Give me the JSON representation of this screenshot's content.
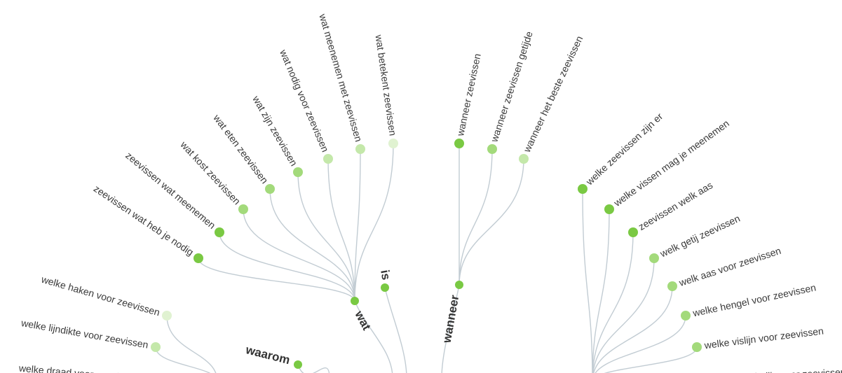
{
  "colors": {
    "hub": "#79c943",
    "leaf_strong": "#7ac943",
    "leaf_mid": "#a3da7b",
    "leaf_light": "#c4e8aa",
    "leaf_pale": "#e0f2d1",
    "link": "#c2ccd3"
  },
  "hubs": [
    {
      "id": "wat",
      "label": "wat"
    },
    {
      "id": "is",
      "label": "is"
    },
    {
      "id": "wanneer",
      "label": "wanneer"
    },
    {
      "id": "waarom",
      "label": "waarom"
    }
  ],
  "leaves": [
    {
      "hub": "wat",
      "label": "zeevissen wat heb je nodig",
      "shade": "strong"
    },
    {
      "hub": "wat",
      "label": "zeevissen wat meenemen",
      "shade": "strong"
    },
    {
      "hub": "wat",
      "label": "wat kost zeevissen",
      "shade": "mid"
    },
    {
      "hub": "wat",
      "label": "wat eten zeevissen",
      "shade": "mid"
    },
    {
      "hub": "wat",
      "label": "wat zijn zeevissen",
      "shade": "mid"
    },
    {
      "hub": "wat",
      "label": "wat nodig voor zeevissen",
      "shade": "light"
    },
    {
      "hub": "wat",
      "label": "wat meenemen met zeevissen",
      "shade": "light"
    },
    {
      "hub": "wat",
      "label": "wat betekent zeevissen",
      "shade": "pale"
    },
    {
      "hub": "wanneer",
      "label": "wanneer zeevissen",
      "shade": "strong"
    },
    {
      "hub": "wanneer",
      "label": "wanneer zeevissen getijde",
      "shade": "mid"
    },
    {
      "hub": "wanneer",
      "label": "wanneer het beste zeevissen",
      "shade": "light"
    },
    {
      "hub": "welke",
      "label": "welke zeevissen zijn er",
      "shade": "strong"
    },
    {
      "hub": "welke",
      "label": "welke vissen mag je meenemen",
      "shade": "strong"
    },
    {
      "hub": "welke",
      "label": "zeevissen welk aas",
      "shade": "strong"
    },
    {
      "hub": "welke",
      "label": "welk getij zeevissen",
      "shade": "mid"
    },
    {
      "hub": "welke",
      "label": "welk aas voor zeevissen",
      "shade": "mid"
    },
    {
      "hub": "welke",
      "label": "welke hengel voor zeevissen",
      "shade": "mid"
    },
    {
      "hub": "welke",
      "label": "welke vislijn voor zeevissen",
      "shade": "mid"
    },
    {
      "hub": "welke",
      "label": "welke onderlijn voor zeevissen",
      "shade": "mid"
    },
    {
      "hub": "welke_left",
      "label": "welke haken voor zeevissen",
      "shade": "pale"
    },
    {
      "hub": "welke_left",
      "label": "welke lijndikte voor zeevissen",
      "shade": "light"
    },
    {
      "hub": "welke_left",
      "label": "welke draad voor zeevissen",
      "shade": "pale"
    }
  ]
}
